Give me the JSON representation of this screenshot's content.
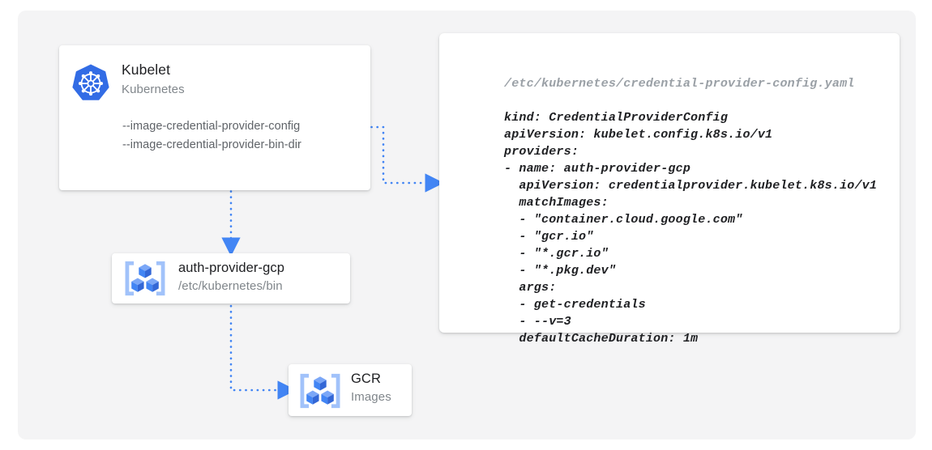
{
  "canvas": {
    "background_color": "#f4f4f5",
    "page_background": "#ffffff"
  },
  "accent_colors": {
    "connector_blue": "#4285f4",
    "kubernetes_blue": "#326ce5",
    "gcp_icon_blue": "#4285f4",
    "gcp_icon_light": "#a1c2fa",
    "text_primary": "#202124",
    "text_secondary": "#80868b",
    "text_flag": "#5f6368",
    "code_path": "#9aa0a6"
  },
  "kubelet_card": {
    "icon": "kubernetes-logo-icon",
    "title": "Kubelet",
    "subtitle": "Kubernetes",
    "flags": [
      "--image-credential-provider-config",
      "--image-credential-provider-bin-dir"
    ]
  },
  "auth_provider_card": {
    "icon": "gcp-container-registry-icon",
    "title": "auth-provider-gcp",
    "subtitle": "/etc/kubernetes/bin"
  },
  "gcr_card": {
    "icon": "gcp-container-registry-icon",
    "title": "GCR",
    "subtitle": "Images"
  },
  "yaml_card": {
    "filepath": "/etc/kubernetes/credential-provider-config.yaml",
    "code": "kind: CredentialProviderConfig\napiVersion: kubelet.config.k8s.io/v1\nproviders:\n- name: auth-provider-gcp\n  apiVersion: credentialprovider.kubelet.k8s.io/v1\n  matchImages:\n  - \"container.cloud.google.com\"\n  - \"gcr.io\"\n  - \"*.gcr.io\"\n  - \"*.pkg.dev\"\n  args:\n  - get-credentials\n  - --v=3\n  defaultCacheDuration: 1m",
    "lines": [
      "kind: CredentialProviderConfig",
      "apiVersion: kubelet.config.k8s.io/v1",
      "providers:",
      "- name: auth-provider-gcp",
      "  apiVersion: credentialprovider.kubelet.k8s.io/v1",
      "  matchImages:",
      "  - \"container.cloud.google.com\"",
      "  - \"gcr.io\"",
      "  - \"*.gcr.io\"",
      "  - \"*.pkg.dev\"",
      "  args:",
      "  - get-credentials",
      "  - --v=3",
      "  defaultCacheDuration: 1m"
    ]
  },
  "connectors": [
    {
      "name": "kubelet-config-to-yaml",
      "style": "dotted",
      "arrow": "right"
    },
    {
      "name": "kubelet-to-auth-provider",
      "style": "dotted",
      "arrow": "down"
    },
    {
      "name": "auth-provider-to-gcr",
      "style": "dotted",
      "arrow": "right"
    }
  ]
}
